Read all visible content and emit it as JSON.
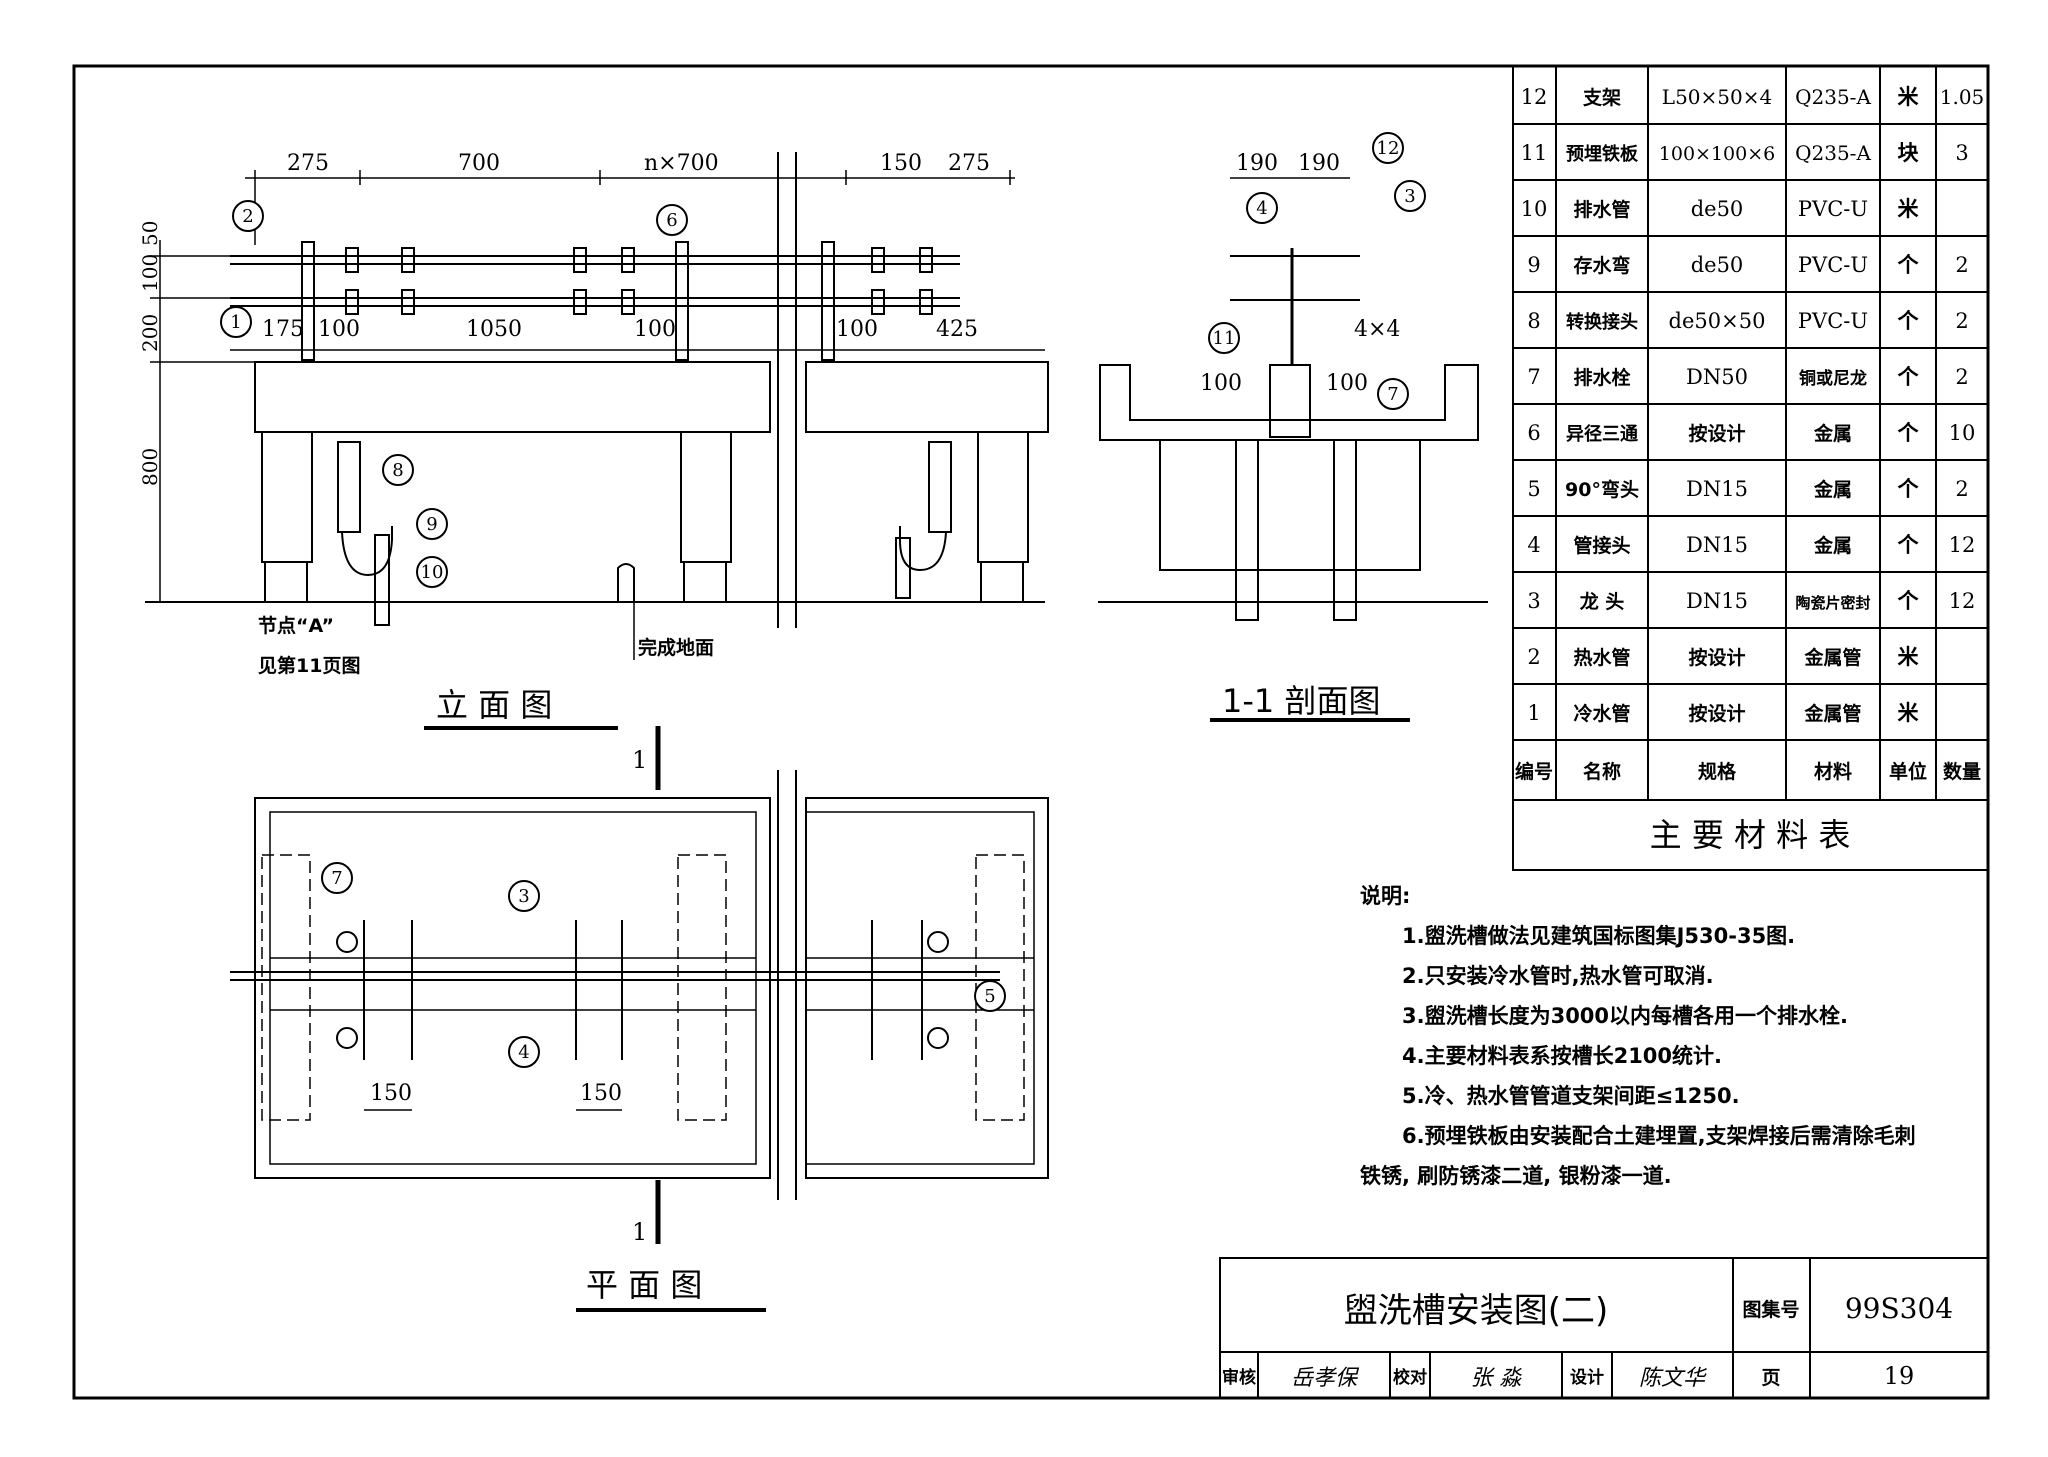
{
  "elevation": {
    "title": "立 面 图",
    "dims_top": [
      "275",
      "700",
      "n×700",
      "150",
      "275"
    ],
    "dims_mid": [
      "175",
      "100",
      "1050",
      "100",
      "100",
      "425"
    ],
    "dims_vertical": [
      "50",
      "100",
      "200",
      "800"
    ],
    "note_node_line1": "节点“A”",
    "note_node_line2": "见第11页图",
    "note_floor": "完成地面"
  },
  "section": {
    "title": "1-1 剖面图",
    "dims_top": [
      "190",
      "190"
    ],
    "dims_inner": [
      "100",
      "100"
    ],
    "weld": "4×4"
  },
  "plan": {
    "title": "平 面 图",
    "dims": [
      "150",
      "150"
    ],
    "section_marks": [
      "1",
      "1"
    ]
  },
  "callouts": [
    "1",
    "2",
    "3",
    "4",
    "5",
    "6",
    "7",
    "8",
    "9",
    "10",
    "11",
    "12"
  ],
  "materials": {
    "title": "主 要 材 料 表",
    "header": [
      "编号",
      "名称",
      "规格",
      "材料",
      "单位",
      "数量"
    ],
    "rows": [
      [
        "12",
        "支架",
        "L50×50×4",
        "Q235-A",
        "米",
        "1.05"
      ],
      [
        "11",
        "预埋铁板",
        "100×100×6",
        "Q235-A",
        "块",
        "3"
      ],
      [
        "10",
        "排水管",
        "de50",
        "PVC-U",
        "米",
        ""
      ],
      [
        "9",
        "存水弯",
        "de50",
        "PVC-U",
        "个",
        "2"
      ],
      [
        "8",
        "转换接头",
        "de50×50",
        "PVC-U",
        "个",
        "2"
      ],
      [
        "7",
        "排水栓",
        "DN50",
        "铜或尼龙",
        "个",
        "2"
      ],
      [
        "6",
        "异径三通",
        "按设计",
        "金属",
        "个",
        "10"
      ],
      [
        "5",
        "90°弯头",
        "DN15",
        "金属",
        "个",
        "2"
      ],
      [
        "4",
        "管接头",
        "DN15",
        "金属",
        "个",
        "12"
      ],
      [
        "3",
        "龙 头",
        "DN15",
        "陶瓷片密封",
        "个",
        "12"
      ],
      [
        "2",
        "热水管",
        "按设计",
        "金属管",
        "米",
        ""
      ],
      [
        "1",
        "冷水管",
        "按设计",
        "金属管",
        "米",
        ""
      ]
    ]
  },
  "notes": {
    "heading": "说明:",
    "items": [
      "1.盥洗槽做法见建筑国标图集J530-35图.",
      "2.只安装冷水管时,热水管可取消.",
      "3.盥洗槽长度为3000以内每槽各用一个排水栓.",
      "4.主要材料表系按槽长2100统计.",
      "5.冷、热水管管道支架间距≤1250.",
      "6.预埋铁板由安装配合土建埋置,支架焊接后需清除毛刺",
      "铁锈, 刷防锈漆二道, 银粉漆一道."
    ]
  },
  "titleblock": {
    "drawing_title": "盥洗槽安装图(二)",
    "atlas_label": "图集号",
    "atlas_no": "99S304",
    "page_label": "页",
    "page_no": "19",
    "review_label": "审核",
    "review_sig": "岳孝保",
    "check_label": "校对",
    "check_sig": "张 淼",
    "design_label": "设计",
    "design_sig": "陈文华"
  }
}
